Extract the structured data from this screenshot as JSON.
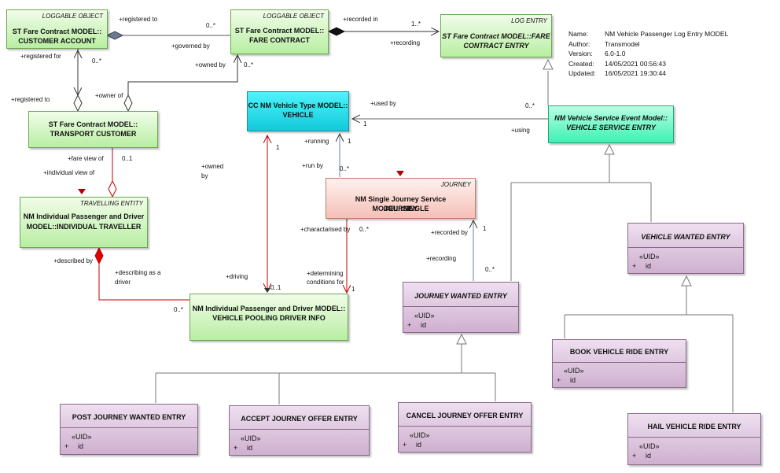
{
  "metadata": {
    "name_label": "Name:",
    "name": "NM Vehicle Passenger Log Entry MODEL",
    "author_label": "Author:",
    "author": "Transmodel",
    "version_label": "Version:",
    "version": "6.0-1.0",
    "created_label": "Created:",
    "created": "14/05/2021 00:56:43",
    "updated_label": "Updated:",
    "updated": "16/05/2021 19:30:44"
  },
  "classes": {
    "customer_account": {
      "stereotype": "LOGGABLE OBJECT",
      "line1": "ST Fare Contract MODEL::",
      "line2": "CUSTOMER ACCOUNT"
    },
    "fare_contract": {
      "stereotype": "LOGGABLE OBJECT",
      "line1": "ST Fare Contract MODEL::",
      "line2": "FARE CONTRACT"
    },
    "fare_contract_entry": {
      "stereotype": "LOG ENTRY",
      "line1": "ST Fare Contract MODEL::FARE",
      "line2": "CONTRACT ENTRY"
    },
    "transport_customer": {
      "line1": "ST Fare Contract MODEL::",
      "line2": "TRANSPORT CUSTOMER"
    },
    "vehicle": {
      "line1": "CC NM Vehicle Type MODEL::",
      "line2": "VEHICLE"
    },
    "vehicle_service_entry": {
      "line1": "NM Vehicle Service Event Model::",
      "line2": "VEHICLE SERVICE ENTRY"
    },
    "individual_traveller": {
      "stereotype": "TRAVELLING ENTITY",
      "line1": "NM Individual Passenger and Driver",
      "line2": "MODEL::INDIVIDUAL TRAVELLER"
    },
    "single_journey": {
      "stereotype": "JOURNEY",
      "line1": "NM Single Journey Service MODEL::SINGLE",
      "line2": "JOURNEY"
    },
    "pooling_driver_info": {
      "line1": "NM Individual Passenger and Driver MODEL::",
      "line2": "VEHICLE POOLING DRIVER INFO"
    },
    "vehicle_wanted_entry": {
      "title": "VEHICLE WANTED ENTRY",
      "attr1": "«UID»",
      "attr2_vis": "+",
      "attr2": "id"
    },
    "journey_wanted_entry": {
      "title": "JOURNEY  WANTED ENTRY",
      "attr1": "«UID»",
      "attr2_vis": "+",
      "attr2": "id"
    },
    "book_vehicle_ride_entry": {
      "title": "BOOK VEHICLE RIDE ENTRY",
      "attr1": "«UID»",
      "attr2_vis": "+",
      "attr2": "id"
    },
    "post_journey_wanted_entry": {
      "title": "POST JOURNEY WANTED ENTRY",
      "attr1": "«UID»",
      "attr2_vis": "+",
      "attr2": "id"
    },
    "accept_journey_offer_entry": {
      "title": "ACCEPT JOURNEY OFFER ENTRY",
      "attr1": "«UID»",
      "attr2_vis": "+",
      "attr2": "id"
    },
    "cancel_journey_offer_entry": {
      "title": "CANCEL JOURNEY OFFER ENTRY",
      "attr1": "«UID»",
      "attr2_vis": "+",
      "attr2": "id"
    },
    "hail_vehicle_ride_entry": {
      "title": "HAIL VEHICLE RIDE  ENTRY",
      "attr1": "«UID»",
      "attr2_vis": "+",
      "attr2": "id"
    }
  },
  "labels": {
    "registered_to_a": "+registered to",
    "mult_0n_a": "0..*",
    "governed_by": "+governed by",
    "recorded_in": "+recorded in",
    "mult_1n": "1..*",
    "recording_a": "+recording",
    "registered_for": "+registered for",
    "mult_0n_b": "0..*",
    "owned_by_a": "+owned by",
    "mult_0n_c": "0..*",
    "registered_to_b": "+registered to",
    "owner_of": "+owner of",
    "used_by": "+used by",
    "mult_0n_d": "0..*",
    "mult_1_a": "1",
    "using": "+using",
    "fare_view_of": "+fare view of",
    "mult_01_a": "0..1",
    "individual_view_of": "+individual view of",
    "owned_by_b1": "+owned",
    "owned_by_b2": "by",
    "mult_1_b": "1",
    "running": "+running",
    "mult_1_c": "1",
    "run_by": "+run by",
    "mult_0n_e": "0..*",
    "characterised_by": "+charactarised by",
    "mult_0n_f": "0..*",
    "recorded_by": "+recorded by",
    "mult_1_d": "1",
    "recording_b": "+recording",
    "mult_0n_g": "0..*",
    "described_by": "+described by",
    "describing_as_a": "+describing as a",
    "driver": "driver",
    "driving": "+driving",
    "mult_01_b": "0..1",
    "determining": "+determining",
    "conditions_for": "conditions for",
    "mult_1_e": "1",
    "mult_0n_h": "0..*"
  }
}
